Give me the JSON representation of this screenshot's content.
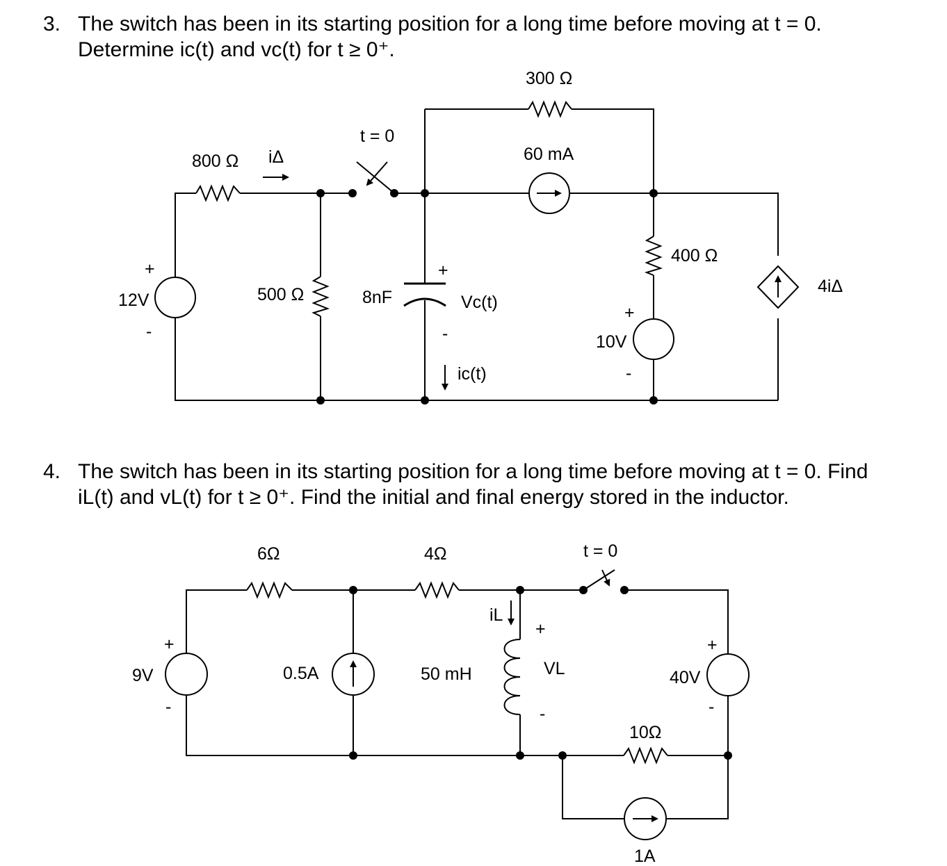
{
  "problem3": {
    "number": "3.",
    "line1": "The switch has been in its starting position for a long time before moving at t = 0.",
    "line2": "Determine ic(t) and vc(t) for t ≥ 0⁺.",
    "labels": {
      "r300": "300 Ω",
      "switch_time": "t = 0",
      "cs60": "60 mA",
      "r800": "800 Ω",
      "i_delta": "iΔ",
      "r400": "400 Ω",
      "v12": "12V",
      "r500": "500 Ω",
      "cap": "8nF",
      "vc": "Vc(t)",
      "dep": "4iΔ",
      "v10": "10V",
      "ic": "ic(t)",
      "plus": "+",
      "minus": "-"
    }
  },
  "problem4": {
    "number": "4.",
    "line1": "The switch has been in its starting position for a long time before moving at t = 0.  Find",
    "line2": "iL(t) and vL(t) for t ≥ 0⁺.  Find the initial and final energy stored in the inductor.",
    "labels": {
      "r6": "6Ω",
      "r4": "4Ω",
      "switch_time": "t = 0",
      "il": "iL",
      "v9": "9V",
      "cs05": "0.5A",
      "ind": "50 mH",
      "vl": "VL",
      "v40": "40V",
      "r10": "10Ω",
      "cs1": "1A",
      "plus": "+",
      "minus": "-"
    }
  },
  "icons": [
    "resistor-zigzag",
    "voltage-source-circle",
    "current-source-arrow",
    "dependent-diamond-source",
    "capacitor-plates",
    "inductor-coil",
    "switch-arrow"
  ]
}
